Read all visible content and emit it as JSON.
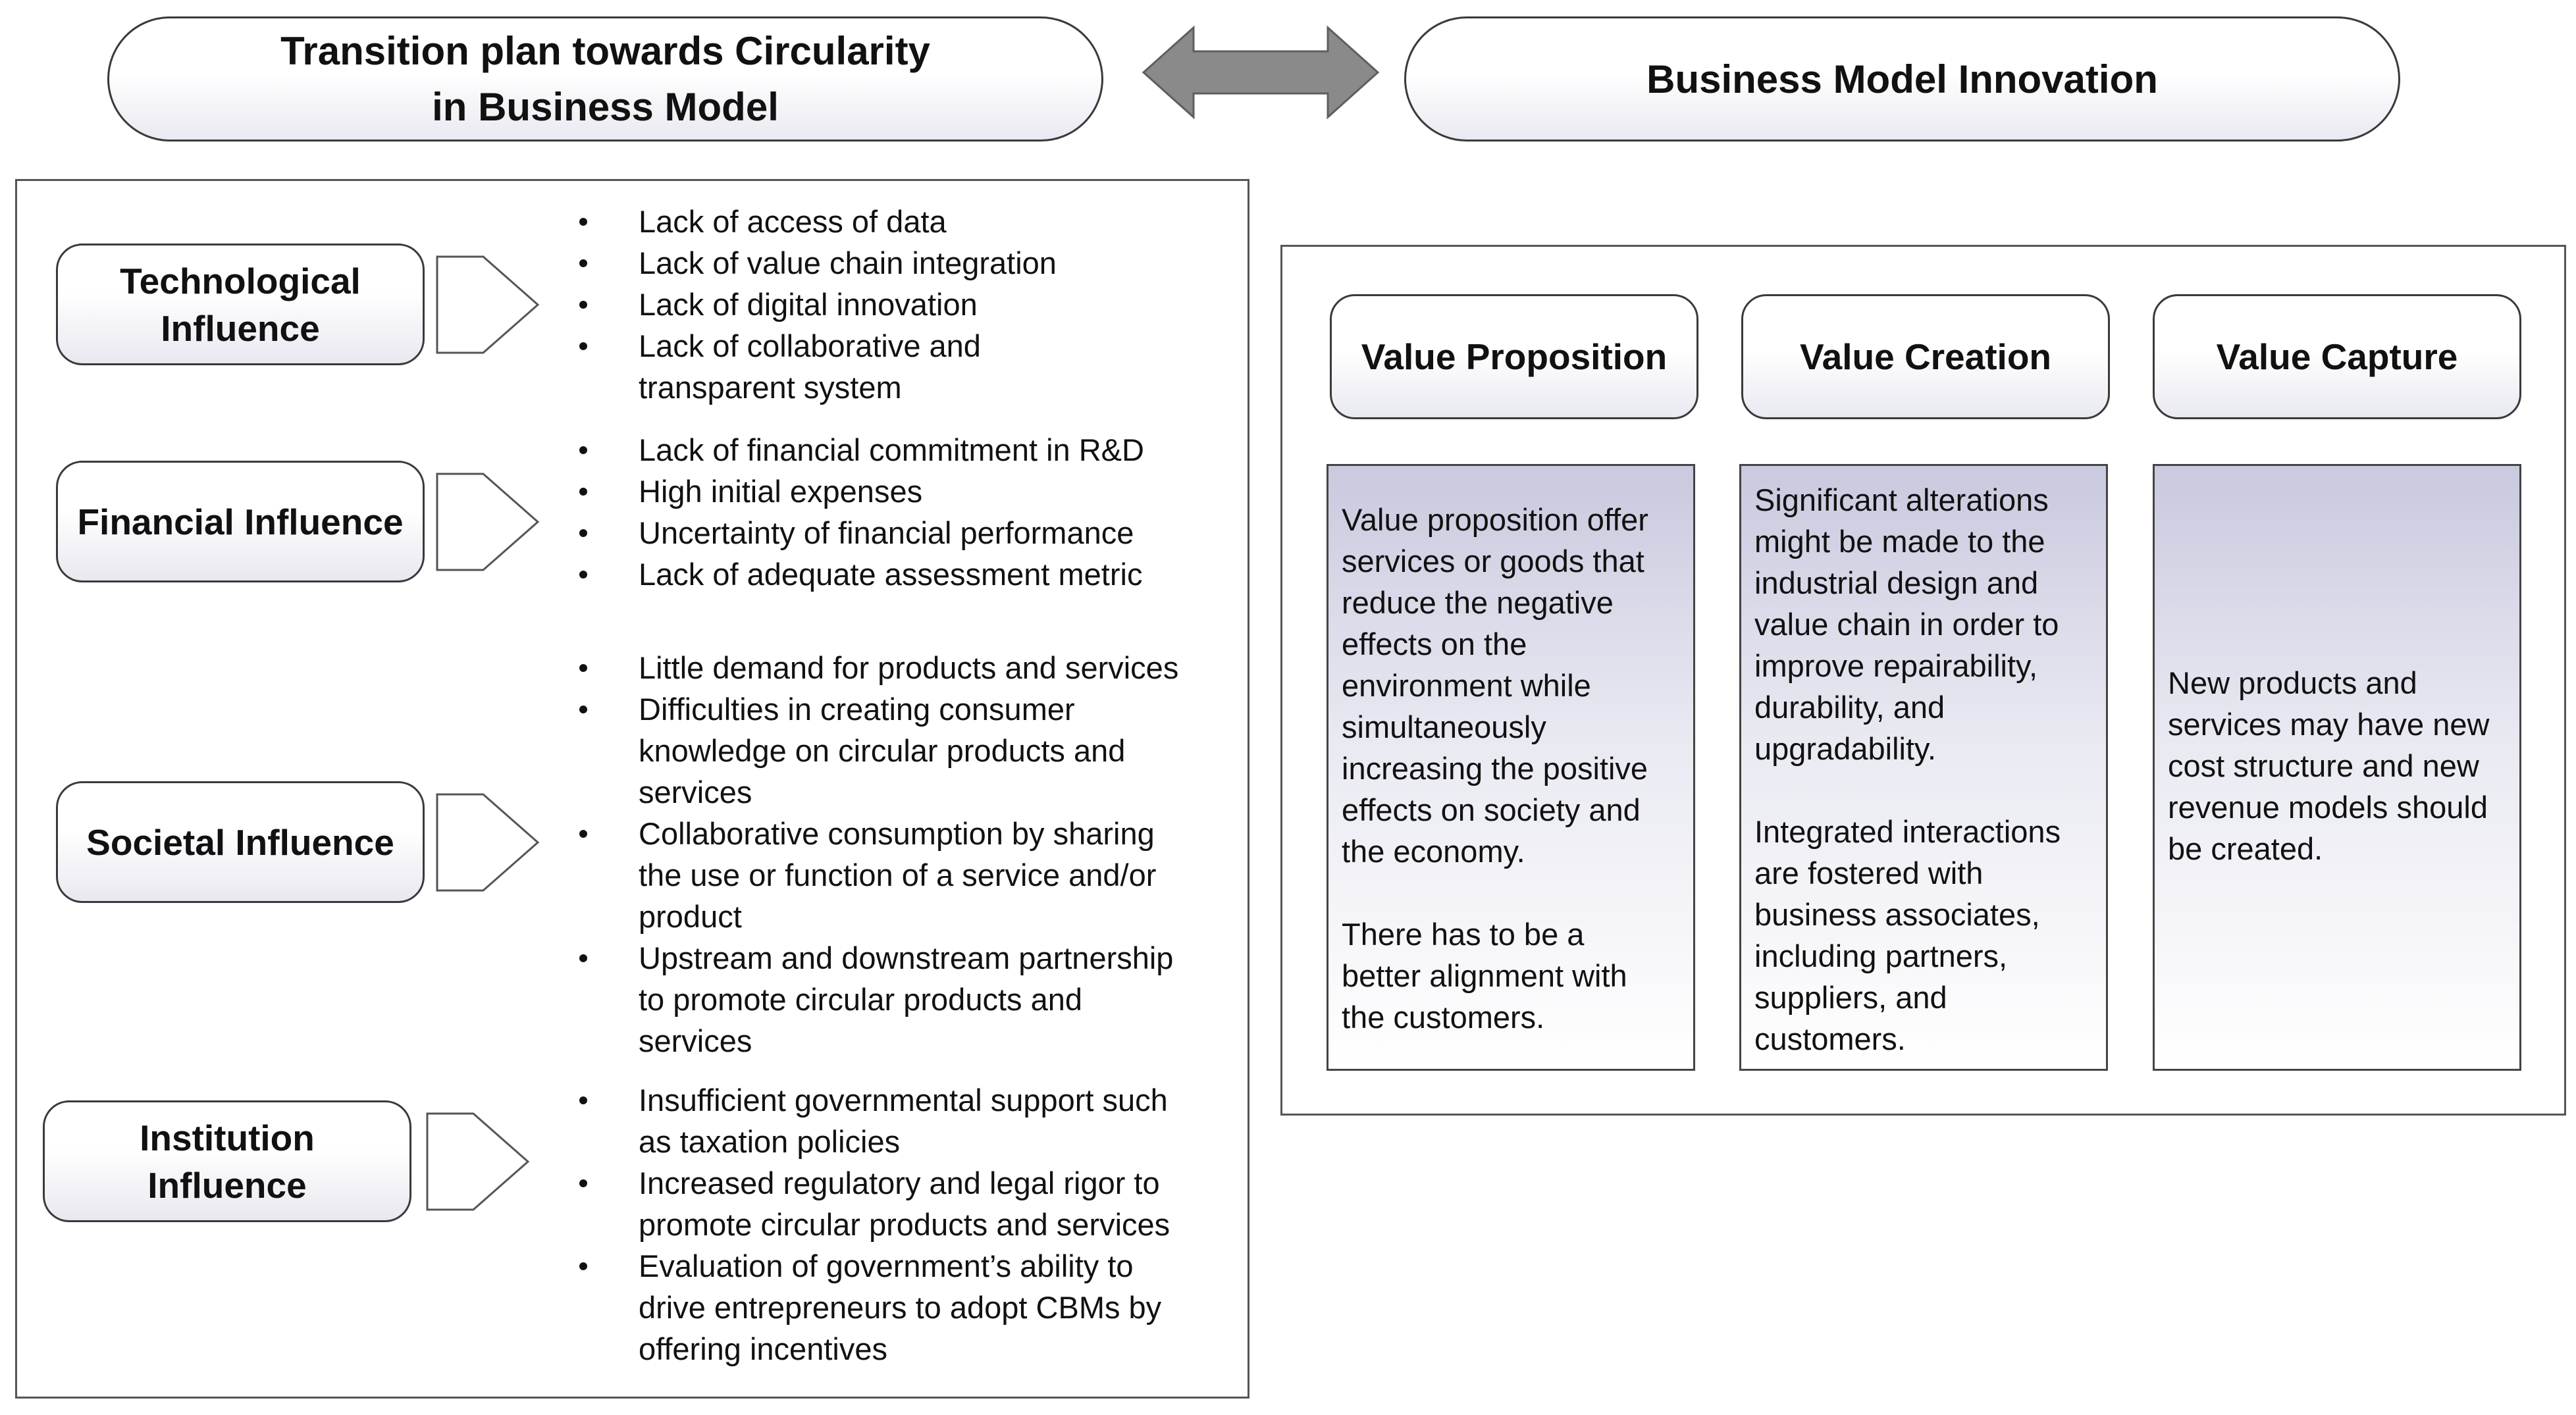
{
  "header": {
    "left_title_line1": "Transition plan towards Circularity",
    "left_title_line2": "in Business Model",
    "right_title": "Business Model Innovation",
    "arrow_color": "#8a8a8a"
  },
  "influences": [
    {
      "label_line1": "Technological",
      "label_line2": "Influence",
      "bullets": [
        [
          "Lack of access of data"
        ],
        [
          "Lack of value chain integration"
        ],
        [
          "Lack of digital innovation"
        ],
        [
          "Lack of collaborative and",
          "transparent system"
        ]
      ]
    },
    {
      "label_line1": "Financial Influence",
      "label_line2": "",
      "bullets": [
        [
          "Lack of financial commitment in R&D"
        ],
        [
          "High initial expenses"
        ],
        [
          "Uncertainty of financial performance"
        ],
        [
          "Lack of adequate assessment metric"
        ]
      ]
    },
    {
      "label_line1": "Societal Influence",
      "label_line2": "",
      "bullets": [
        [
          "Little demand for products and services"
        ],
        [
          "Difficulties in creating consumer",
          "knowledge on circular products and",
          "services"
        ],
        [
          "Collaborative consumption by sharing",
          "the use or function of a service and/or",
          "product"
        ],
        [
          "Upstream and downstream partnership",
          "to promote circular products and",
          "services"
        ]
      ]
    },
    {
      "label_line1": "Institution",
      "label_line2": "Influence",
      "bullets": [
        [
          "Insufficient governmental support such",
          "as taxation policies"
        ],
        [
          "Increased regulatory and legal rigor to",
          "promote circular products and services"
        ],
        [
          "Evaluation of government’s ability to",
          "drive entrepreneurs to adopt CBMs by",
          "offering incentives"
        ]
      ]
    }
  ],
  "value_columns": [
    {
      "title": "Value Proposition",
      "paragraphs": [
        [
          "Value proposition offer",
          "services or goods that",
          "reduce the negative",
          "effects on the",
          "environment while",
          "simultaneously",
          "increasing the positive",
          "effects on society and",
          "the economy."
        ],
        [
          "There has to be a",
          "better alignment with",
          "the customers."
        ]
      ]
    },
    {
      "title": "Value Creation",
      "paragraphs": [
        [
          "Significant alterations",
          "might be made to the",
          "industrial design and",
          "value chain in order to",
          "improve repairability,",
          "durability, and",
          "upgradability."
        ],
        [
          "Integrated interactions",
          "are fostered with",
          "business associates,",
          "including partners,",
          "suppliers, and",
          "customers."
        ]
      ]
    },
    {
      "title": "Value Capture",
      "paragraphs": [
        [
          "New products and",
          "services may have new",
          "cost structure and new",
          "revenue models should",
          "be created."
        ]
      ]
    }
  ]
}
